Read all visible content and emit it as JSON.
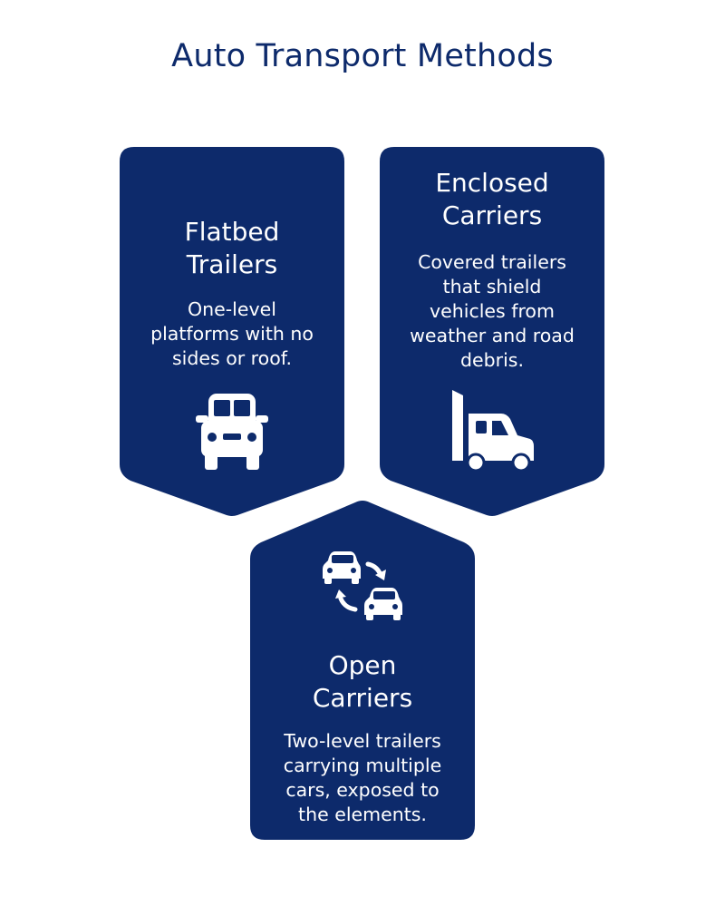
{
  "title": "Auto Transport Methods",
  "colors": {
    "card_fill": "#0d2a6b",
    "text_on_card": "#ffffff",
    "title_color": "#0d2a6b"
  },
  "cards": [
    {
      "title_lines": [
        "Flatbed",
        "Trailers"
      ],
      "description_lines": [
        "One-level",
        "platforms with no",
        "sides or roof."
      ],
      "icon": "truck-front-icon"
    },
    {
      "title_lines": [
        "Enclosed",
        "Carriers"
      ],
      "description_lines": [
        "Covered trailers",
        "that shield",
        "vehicles from",
        "weather and road",
        "debris."
      ],
      "icon": "semi-truck-icon"
    },
    {
      "title_lines": [
        "Open",
        "Carriers"
      ],
      "description_lines": [
        "Two-level trailers",
        "carrying multiple",
        "cars, exposed to",
        "the elements."
      ],
      "icon": "cars-exchange-icon"
    }
  ]
}
